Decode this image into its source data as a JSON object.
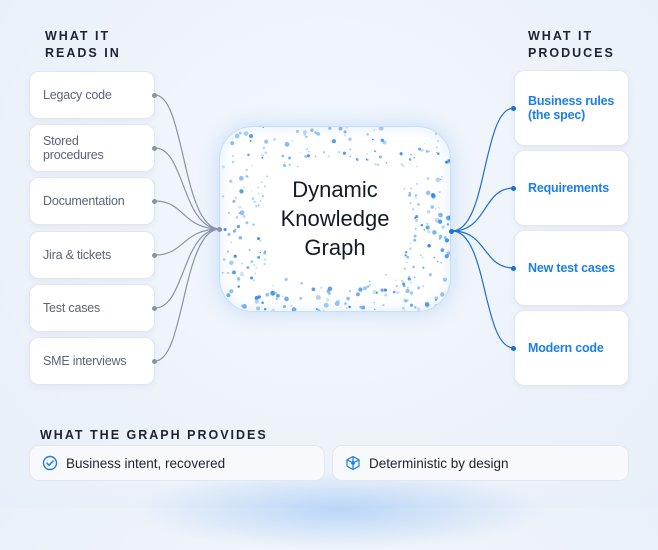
{
  "inputs": {
    "heading": "WHAT IT\nREADS IN",
    "items": [
      "Legacy code",
      "Stored\nprocedures",
      "Documentation",
      "Jira & tickets",
      "Test cases",
      "SME interviews"
    ]
  },
  "outputs": {
    "heading": "WHAT IT\nPRODUCES",
    "items": [
      "Business rules\n(the spec)",
      "Requirements",
      "New test cases",
      "Modern code"
    ]
  },
  "center": {
    "title": "Dynamic\nKnowledge\nGraph"
  },
  "provides": {
    "heading": "WHAT THE GRAPH PROVIDES",
    "items": [
      {
        "label": "Business intent, recovered",
        "icon": "check-circle-icon"
      },
      {
        "label": "Deterministic by design",
        "icon": "cube-network-icon"
      }
    ]
  },
  "colors": {
    "accent": "#1d7fe6",
    "connector_in": "#8b94a3",
    "connector_out": "#1d6fd0",
    "text": "#1d2330"
  }
}
